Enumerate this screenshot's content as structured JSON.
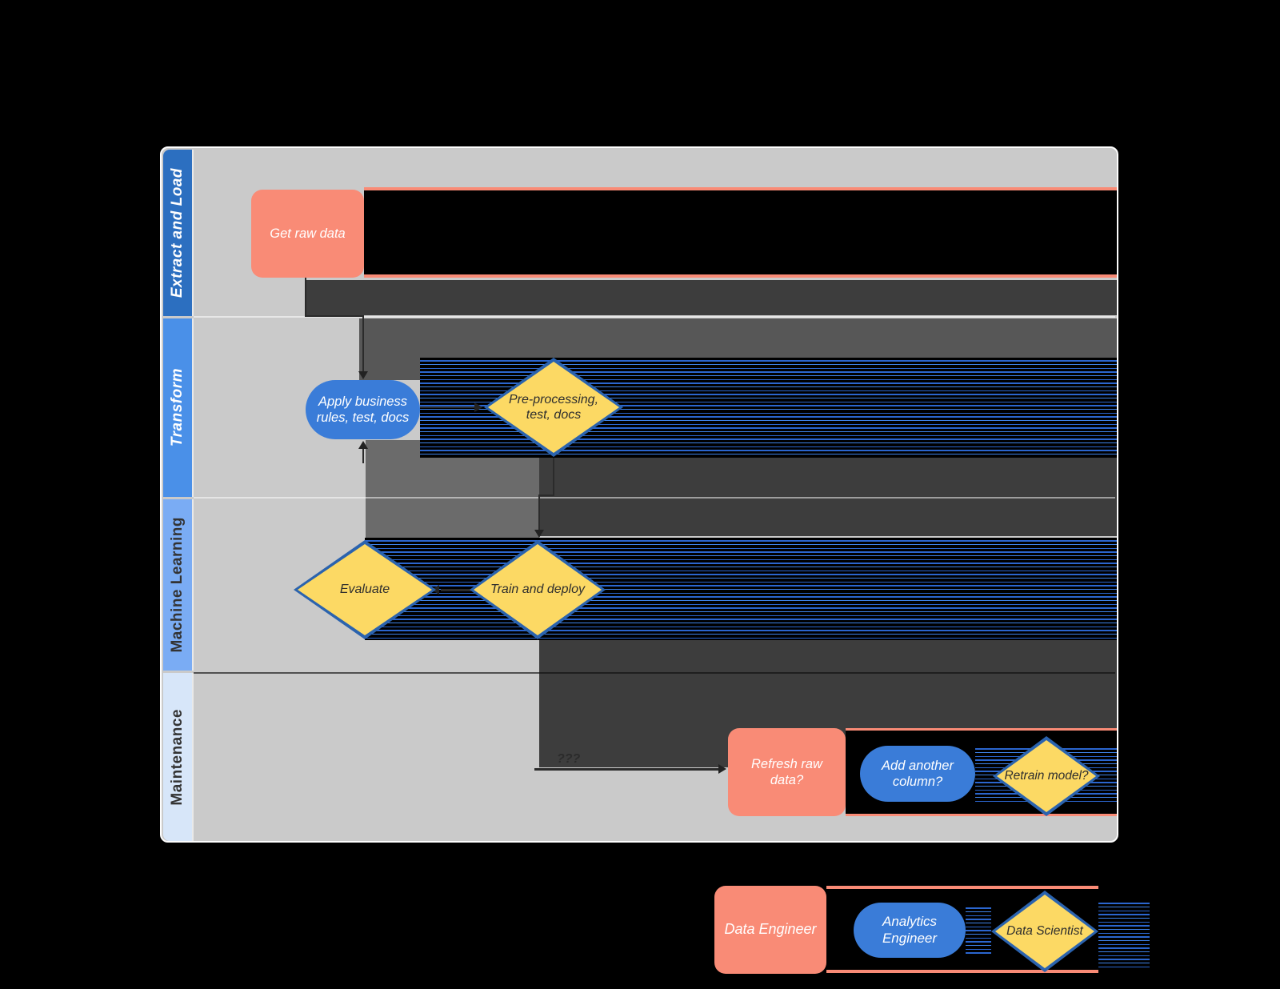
{
  "lanes": [
    {
      "label": "Extract and Load",
      "color": "#2c6fc0",
      "text_color": "#ffffff",
      "italic": true
    },
    {
      "label": "Transform",
      "color": "#4a90e8",
      "text_color": "#ffffff",
      "italic": true
    },
    {
      "label": "Machine Learning",
      "color": "#7aacf4",
      "text_color": "#333333",
      "italic": false
    },
    {
      "label": "Maintenance",
      "color": "#d7e6f9",
      "text_color": "#333333",
      "italic": false
    }
  ],
  "nodes": {
    "get_raw_data": {
      "label": "Get raw data"
    },
    "apply_business_rules": {
      "label": "Apply business rules, test, docs"
    },
    "preprocessing": {
      "label": "Pre-processing, test, docs"
    },
    "evaluate": {
      "label": "Evaluate"
    },
    "train_deploy": {
      "label": "Train and deploy"
    },
    "refresh_raw_data": {
      "label": "Refresh raw data?"
    },
    "add_column": {
      "label": "Add another column?"
    },
    "retrain_model": {
      "label": "Retrain model?"
    }
  },
  "connectors": {
    "maintenance_loop_label": "???"
  },
  "legend": [
    {
      "label": "Data Engineer",
      "shape": "rounded-rectangle",
      "color": "#f98b76"
    },
    {
      "label": "Analytics Engineer",
      "shape": "stadium",
      "color": "#3a7cd8"
    },
    {
      "label": "Data Scientist",
      "shape": "diamond",
      "color": "#fcd964"
    }
  ],
  "colors": {
    "page_background": "#cacaca",
    "canvas_background": "#000000",
    "salmon": "#f98b76",
    "node_blue": "#3a7cd8",
    "diamond_yellow": "#fcd964",
    "diamond_border": "#2b63ae",
    "artifact_dark": "#3d3d3d",
    "artifact_medium": "#6b6b6b"
  }
}
